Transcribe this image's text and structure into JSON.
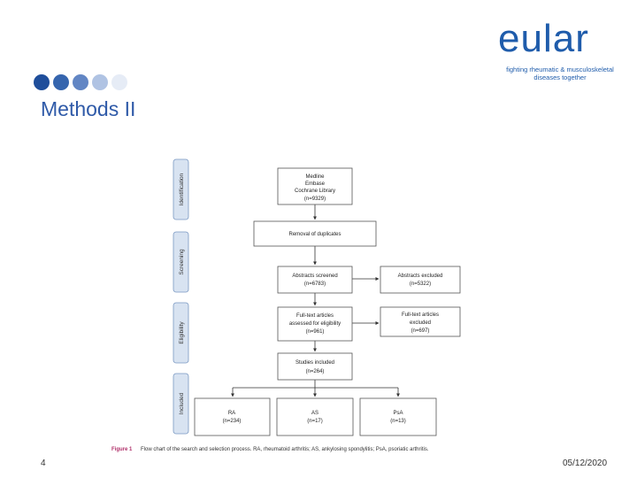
{
  "slide": {
    "title": "Methods II",
    "page_number": "4",
    "date": "05/12/2020",
    "dot_colors": [
      "#1f4e9b",
      "#3565ae",
      "#6286c4",
      "#b0c3e3",
      "#e6ecf6"
    ]
  },
  "logo": {
    "word": "eular",
    "tagline_line1": "fighting rheumatic & musculoskeletal",
    "tagline_line2": "diseases together",
    "color": "#1f5cab"
  },
  "figure": {
    "stages": {
      "identification": "Identification",
      "screening": "Screening",
      "eligibility": "Eligibility",
      "included": "Included"
    },
    "boxes": {
      "databases": [
        "Medline",
        "Embase",
        "Cochrane Library",
        "(n=9329)"
      ],
      "duplicates": [
        "Removal of duplicates"
      ],
      "screened": [
        "Abstracts screened",
        "(n=6783)"
      ],
      "excluded_abstracts": [
        "Abstracts excluded",
        "(n=5322)"
      ],
      "fulltext": [
        "Full-text articles",
        "assessed for eligibility",
        "(n=961)"
      ],
      "excluded_fulltext": [
        "Full-text articles",
        "excluded",
        "(n=697)"
      ],
      "included": [
        "Studies included",
        "(n=264)"
      ],
      "ra": [
        "RA",
        "(n=234)"
      ],
      "as": [
        "AS",
        "(n=17)"
      ],
      "psa": [
        "PsA",
        "(n=13)"
      ]
    },
    "caption_label": "Figure 1",
    "caption_text": "Flow chart of the search and selection process. RA, rheumatoid arthritis; AS, ankylosing spondylitis; PsA, psoriatic arthritis."
  }
}
